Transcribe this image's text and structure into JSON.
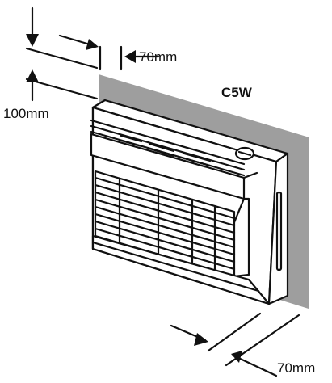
{
  "labels": {
    "model": "C5W",
    "clearance_top_side": "70mm",
    "clearance_above": "100mm",
    "clearance_bottom_side": "70mm"
  },
  "colors": {
    "wall": "#9e9e9e",
    "line": "#111111",
    "fill": "#ffffff"
  }
}
